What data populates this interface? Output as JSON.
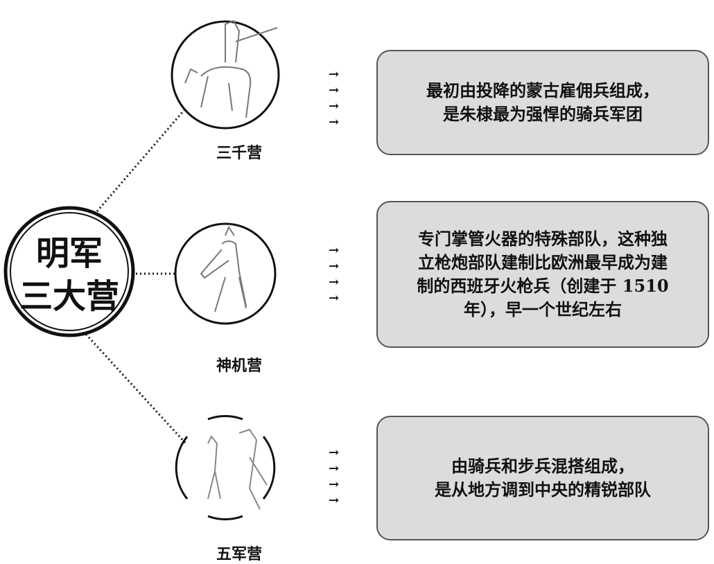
{
  "center": {
    "line1": "明军",
    "line2": "三大营"
  },
  "camps": [
    {
      "label": "三千营",
      "description": [
        "最初由投降的蒙古雇佣兵组成，",
        "是朱棣最为强悍的骑兵军团"
      ]
    },
    {
      "label": "神机营",
      "description": [
        "专门掌管火器的特殊部队，这种独",
        "立枪炮部队建制比欧洲最早成为建",
        "制的西班牙火枪兵（创建于 1510",
        "年），早一个世纪左右"
      ]
    },
    {
      "label": "五军营",
      "description": [
        "由骑兵和步兵混搭组成，",
        "是从地方调到中央的精锐部队"
      ]
    }
  ],
  "arrow_glyph": "→",
  "colors": {
    "box_fill": "#dcdcdc",
    "box_border": "#555555"
  }
}
